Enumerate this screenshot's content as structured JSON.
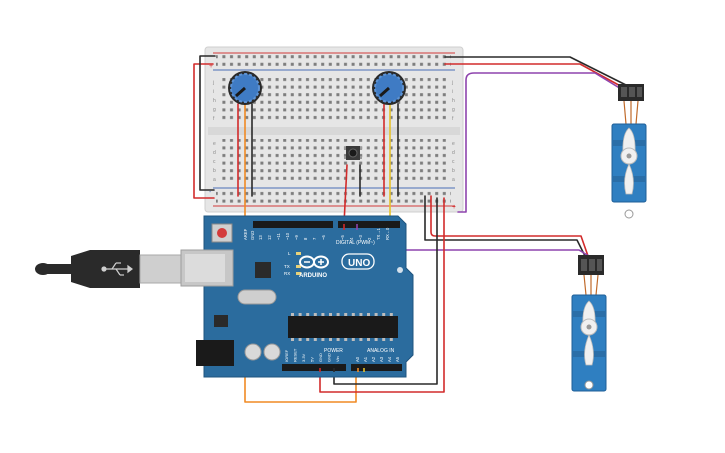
{
  "colors": {
    "breadboard": "#e3e3e3",
    "breadboard_edge": "#cfcfcf",
    "rail_red": "#d33b3b",
    "rail_blue": "#4b6fb5",
    "arduino": "#2b6c9e",
    "arduino_dark": "#1f557f",
    "wire_red": "#d22b2b",
    "wire_black": "#2a2a2a",
    "wire_yellow": "#e6c12a",
    "wire_orange": "#f08a24",
    "wire_purple": "#8e44ad",
    "servo": "#2f7fc1",
    "pot_knob": "#3f7bc4"
  },
  "icons": {
    "usb_cable": "usb-cable-icon",
    "potentiometer": "potentiometer-icon",
    "pushbutton": "pushbutton-icon",
    "servo": "servo-motor-icon",
    "infinity_logo": "arduino-logo-icon"
  },
  "arduino": {
    "brand": "ARDUINO",
    "model": "UNO",
    "digital_label": "DIGITAL (PWM~)",
    "power_label": "POWER",
    "analog_label": "ANALOG IN",
    "aref": "AREF",
    "gnd": "GND",
    "tx": "TX",
    "rx": "RX",
    "led_l": "L",
    "digital_pins": [
      "13",
      "12",
      "~11",
      "~10",
      "~9",
      "8",
      "7",
      "~6",
      "~5",
      "4",
      "~3",
      "2",
      "TX→1",
      "RX←0"
    ],
    "power_pins": [
      "IOREF",
      "RESET",
      "3.3V",
      "5V",
      "GND",
      "GND",
      "Vin"
    ],
    "analog_pins": [
      "A0",
      "A1",
      "A2",
      "A3",
      "A4",
      "A5"
    ]
  },
  "breadboard": {
    "row_letters_top": [
      "j",
      "i",
      "h",
      "g",
      "f"
    ],
    "row_letters_bottom": [
      "e",
      "d",
      "c",
      "b",
      "a"
    ],
    "rail_plus": "+",
    "rail_minus": "-"
  }
}
